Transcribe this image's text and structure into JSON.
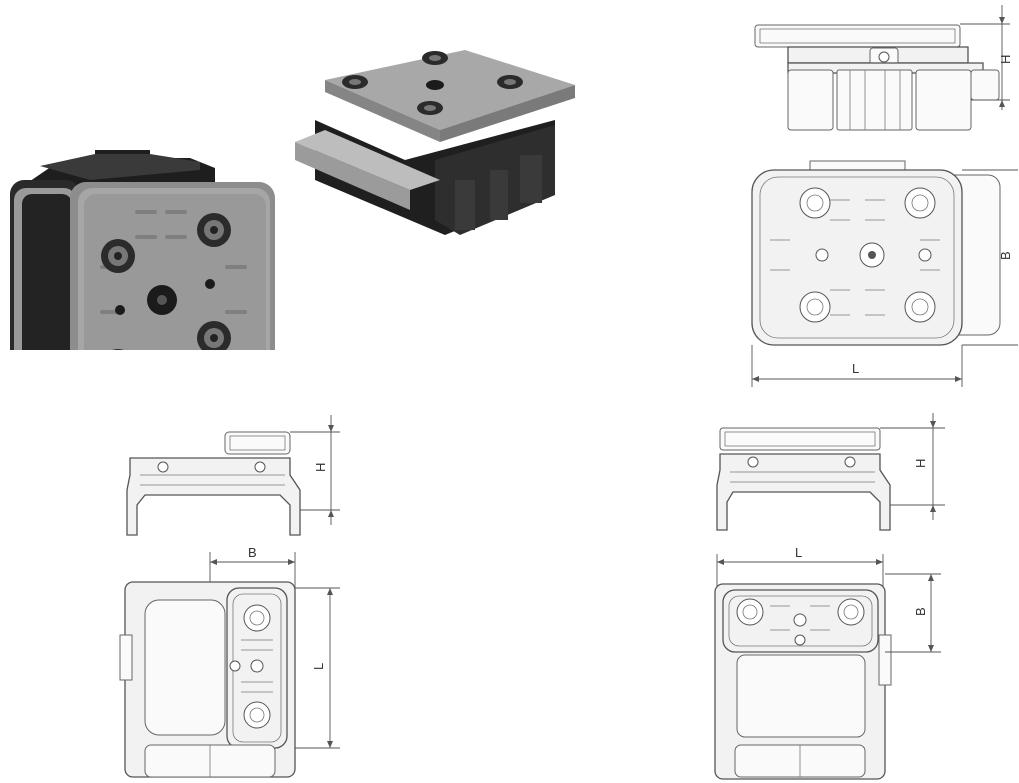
{
  "labels": {
    "top_right_side_h": "H",
    "top_right_plan_b": "B",
    "top_right_plan_l": "L",
    "bottom_left_side_h": "H",
    "bottom_left_plan_b": "B",
    "bottom_left_plan_l": "L",
    "bottom_right_side_h": "H",
    "bottom_right_plan_l": "L",
    "bottom_right_plan_b": "B"
  }
}
